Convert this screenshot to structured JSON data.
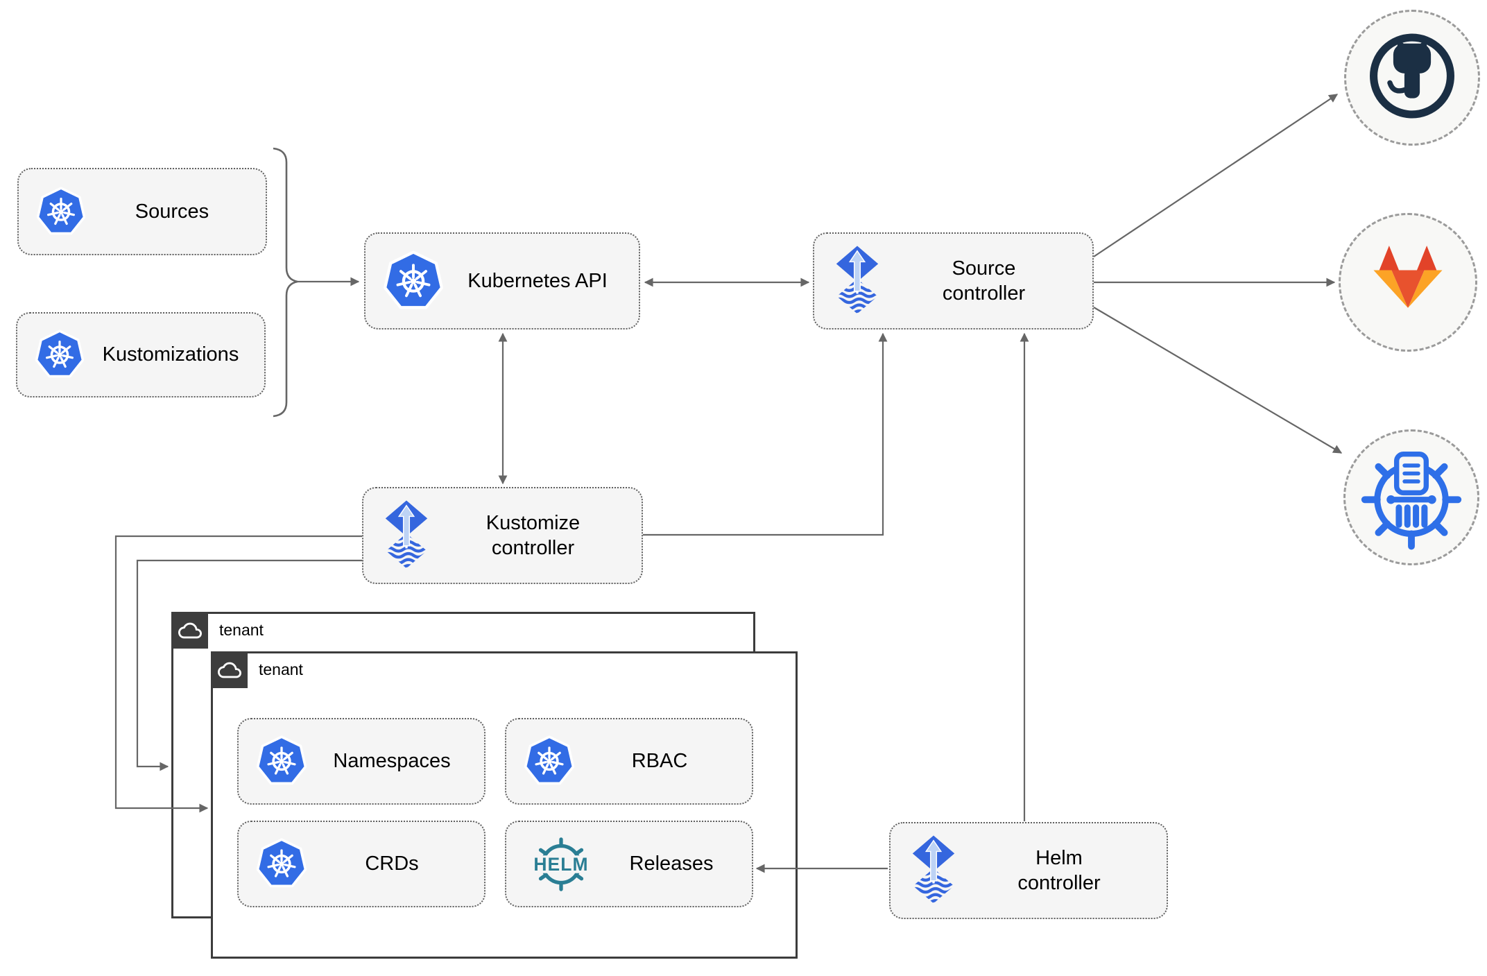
{
  "nodes": {
    "sources": {
      "label": "Sources",
      "icon": "kubernetes-icon"
    },
    "kustomizations": {
      "label": "Kustomizations",
      "icon": "kubernetes-icon"
    },
    "kubernetes_api": {
      "label": "Kubernetes API",
      "icon": "kubernetes-icon"
    },
    "source_controller": {
      "label": "Source\ncontroller",
      "icon": "flux-icon"
    },
    "kustomize_controller": {
      "label": "Kustomize\ncontroller",
      "icon": "flux-icon"
    },
    "helm_controller": {
      "label": "Helm\ncontroller",
      "icon": "flux-icon"
    },
    "namespaces": {
      "label": "Namespaces",
      "icon": "kubernetes-icon"
    },
    "rbac": {
      "label": "RBAC",
      "icon": "kubernetes-icon"
    },
    "crds": {
      "label": "CRDs",
      "icon": "kubernetes-icon"
    },
    "releases": {
      "label": "Releases",
      "icon": "helm-icon",
      "icon_text": "HELM"
    }
  },
  "tenants": {
    "back": {
      "label": "tenant",
      "icon": "cloud-icon"
    },
    "front": {
      "label": "tenant",
      "icon": "cloud-icon"
    }
  },
  "external_sources": {
    "github": {
      "icon": "github-icon"
    },
    "gitlab": {
      "icon": "gitlab-icon"
    },
    "helm_repository": {
      "icon": "chartmuseum-icon"
    }
  },
  "colors": {
    "kubernetes_blue": "#326ce5",
    "flux_blue": "#3566de",
    "flux_arrow_light": "#bdd3f5",
    "helm_teal": "#2a7e94",
    "github_dark": "#1b2f44",
    "gitlab_dark_orange": "#e24329",
    "gitlab_orange": "#e8522e",
    "gitlab_light_orange": "#fca326",
    "chartmuseum_blue": "#2e6fe8",
    "connector_gray": "#666666",
    "node_fill": "#f5f5f5",
    "node_border": "#5f5f5f",
    "tenant_border": "#3c3c3c"
  }
}
